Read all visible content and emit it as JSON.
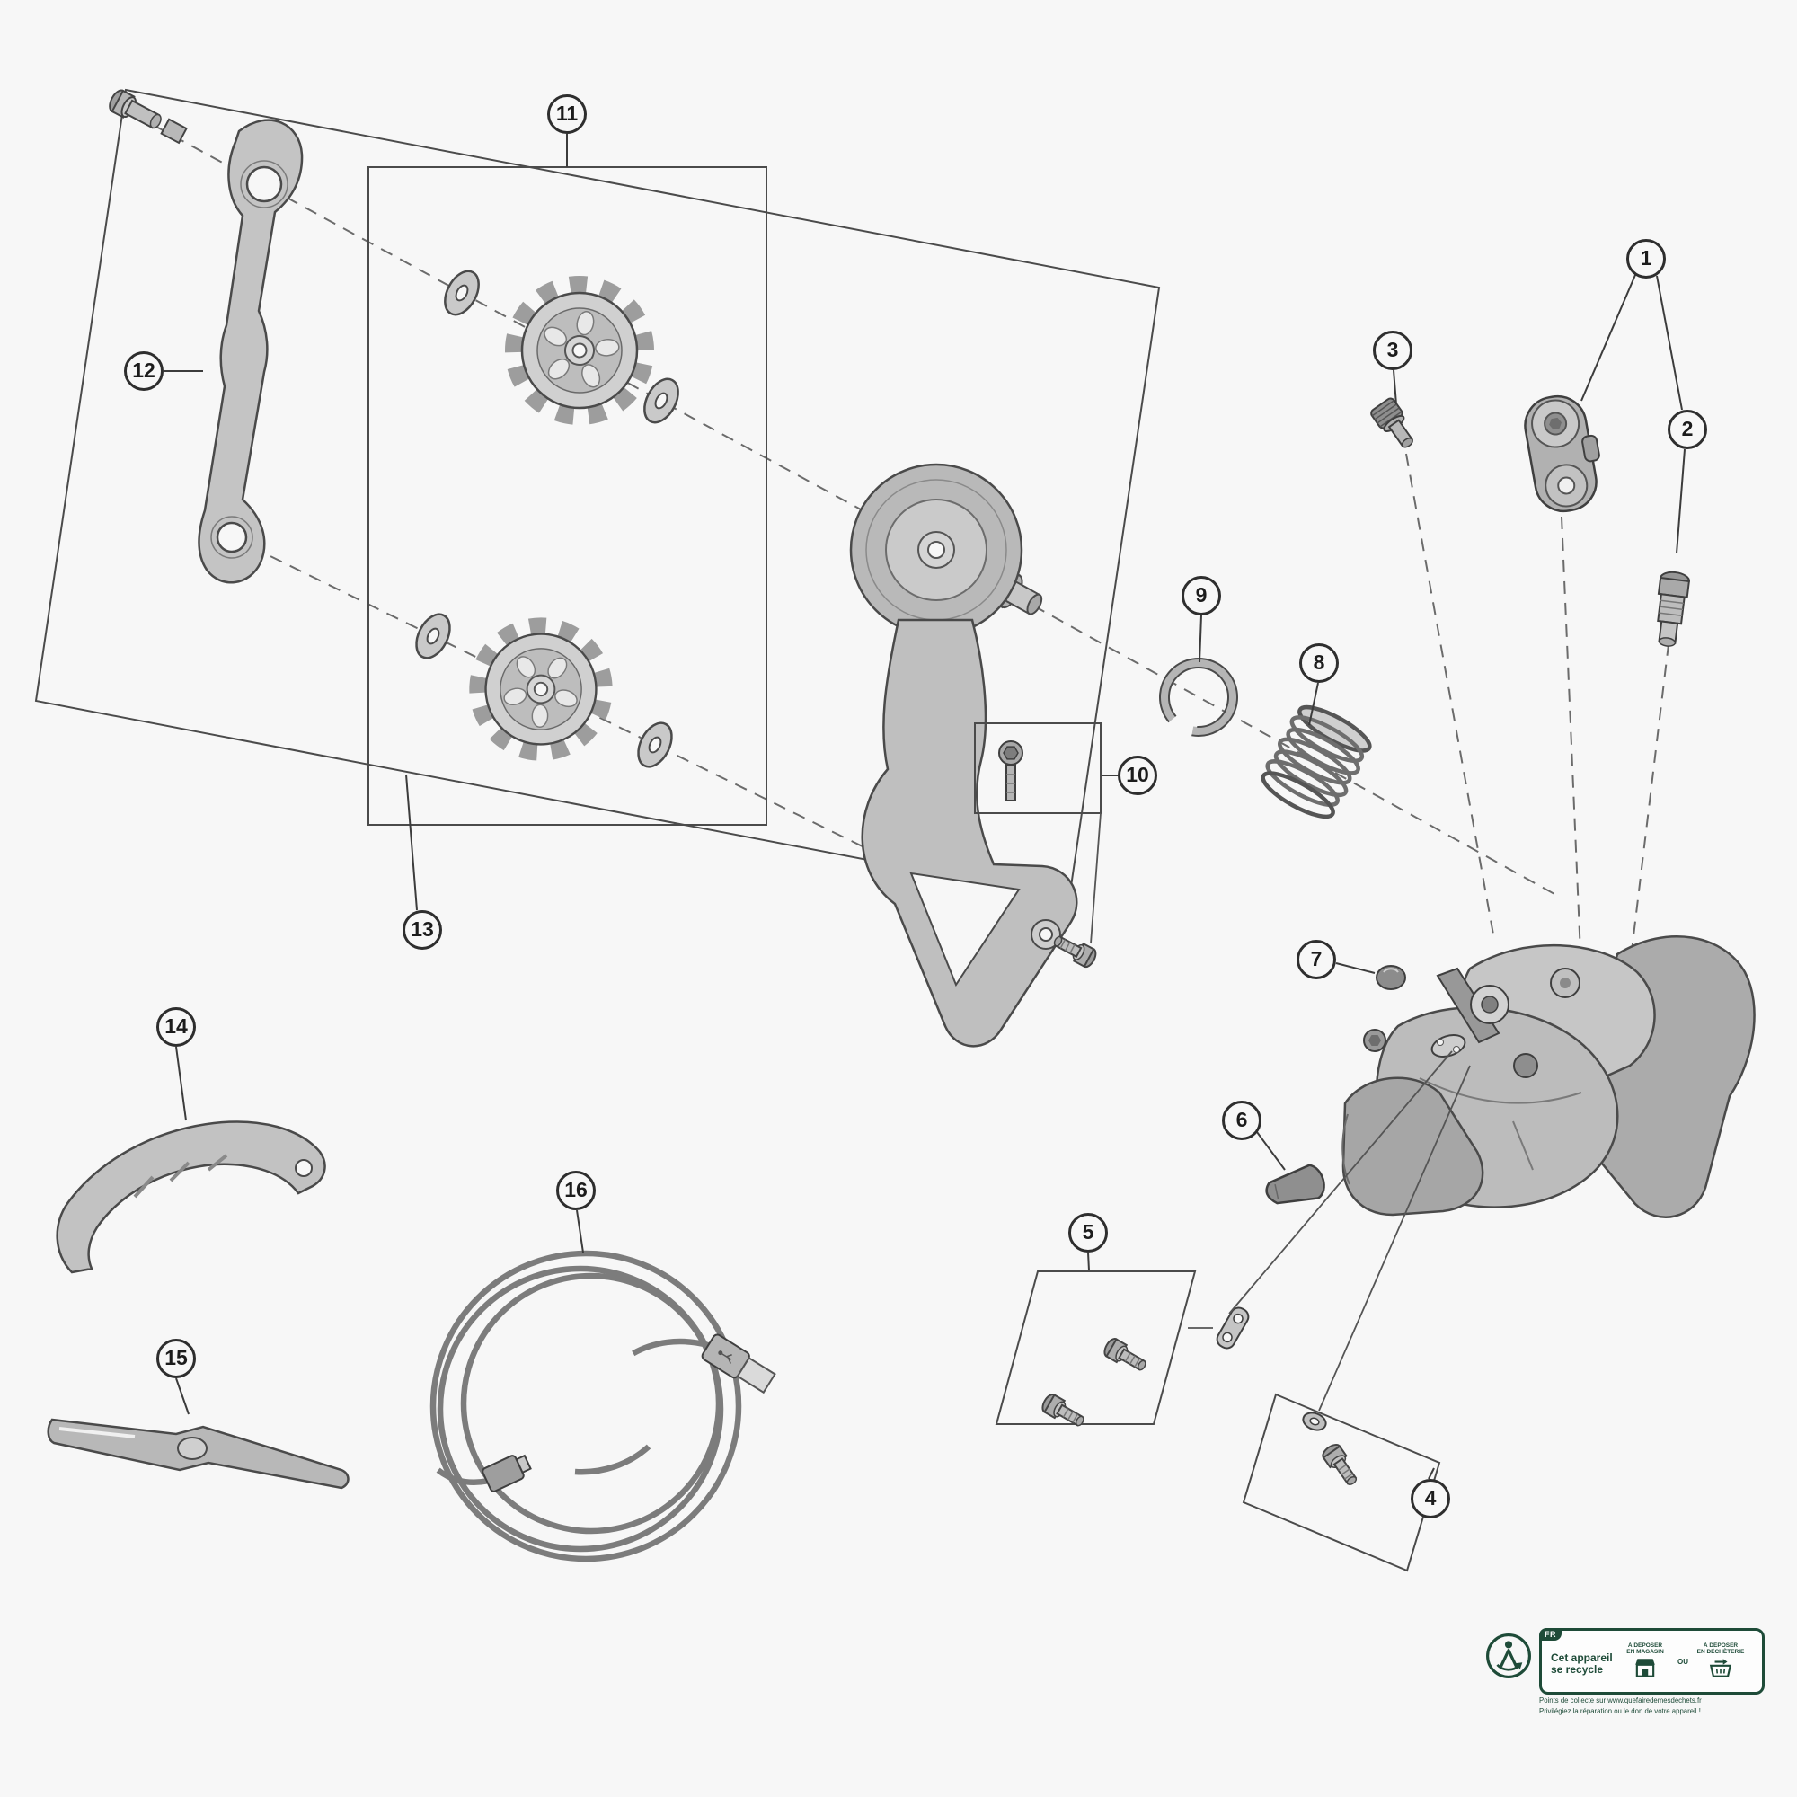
{
  "diagram": {
    "callouts": [
      "1",
      "2",
      "3",
      "4",
      "5",
      "6",
      "7",
      "8",
      "9",
      "10",
      "11",
      "12",
      "13",
      "14",
      "15",
      "16"
    ]
  },
  "recycle_label": {
    "country_badge": "FR",
    "headline_line1": "Cet appareil",
    "headline_line2": "se recycle",
    "option_store_line1": "À DÉPOSER",
    "option_store_line2": "EN MAGASIN",
    "option_center_line1": "À DÉPOSER",
    "option_center_line2": "EN DÉCHÈTERIE",
    "separator": "OU",
    "footer_line1": "Points de collecte sur www.quefairedemesdechets.fr",
    "footer_line2": "Privilégiez la réparation ou le don de votre appareil !",
    "accent_color": "#1e4b38",
    "icons": {
      "triman": "triman-figure-in-circle",
      "store": "storefront-with-recycle",
      "recycling_center": "waste-skip-container"
    }
  }
}
